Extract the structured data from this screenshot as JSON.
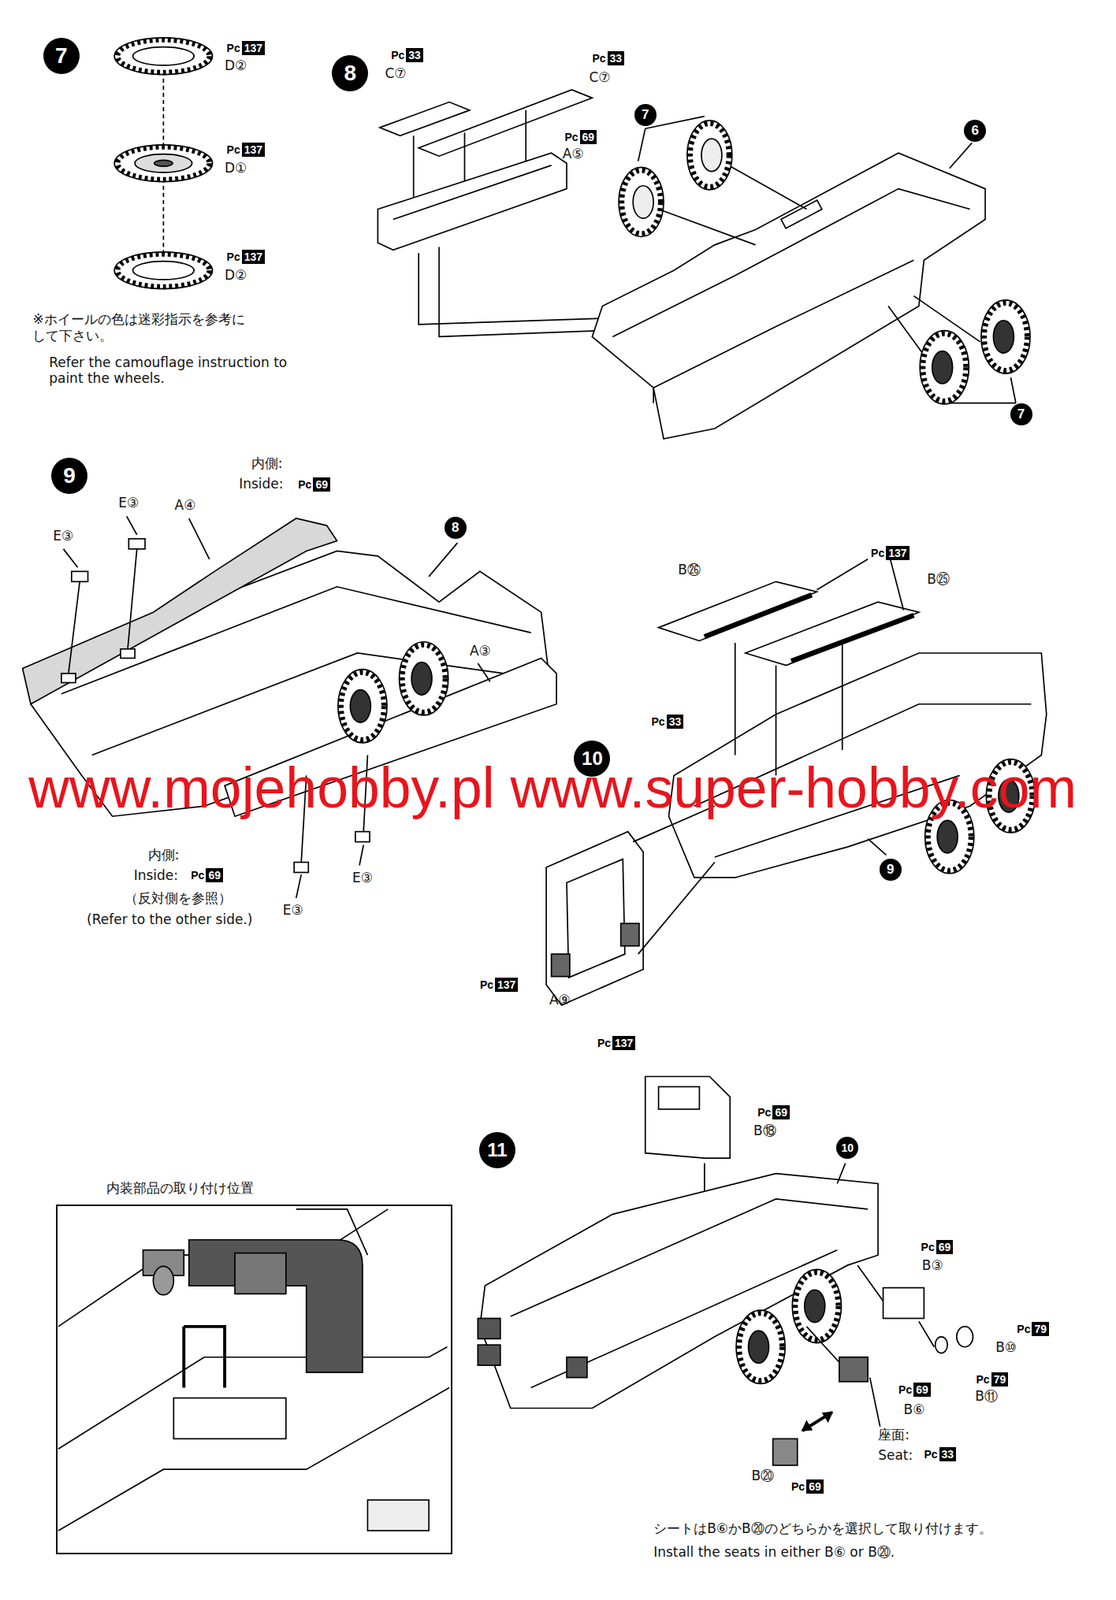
{
  "diagram": {
    "nodes": [
      {
        "text": [
          "7"
        ]
      },
      {
        "text": [
          "Pc",
          "137"
        ]
      },
      {
        "text": [
          "Pc",
          "137"
        ]
      },
      {
        "text": [
          "Pc",
          "137"
        ]
      },
      {
        "text": [
          "8"
        ]
      },
      {
        "text": [
          "Pc",
          "33"
        ]
      },
      {
        "text": [
          "Pc",
          "33"
        ]
      },
      {
        "text": [
          "Pc",
          "69"
        ]
      },
      {
        "text": [
          "7"
        ]
      },
      {
        "text": [
          "6"
        ]
      },
      {
        "text": [
          "7"
        ]
      },
      {
        "text": [
          "9"
        ]
      },
      {
        "text": [
          "Pc",
          "69"
        ]
      },
      {
        "text": [
          "8"
        ]
      },
      {
        "text": [
          "Pc",
          "137"
        ]
      },
      {
        "text": [
          "Pc",
          "33"
        ]
      },
      {
        "text": [
          "10"
        ]
      },
      {
        "text": [
          "Pc",
          "69"
        ]
      },
      {
        "text": [
          "9"
        ]
      },
      {
        "text": [
          "Pc",
          "137"
        ]
      },
      {
        "text": [
          "Pc",
          "137"
        ]
      },
      {
        "text": [
          "Pc",
          "69"
        ]
      },
      {
        "text": [
          "11"
        ]
      },
      {
        "text": [
          "10"
        ]
      },
      {
        "text": [
          "内装部品の取り付け位置"
        ]
      },
      {
        "text": [
          "Pc",
          "69"
        ]
      },
      {
        "text": [
          "Pc",
          "79"
        ]
      },
      {
        "text": [
          "Pc",
          "79"
        ]
      },
      {
        "text": [
          "Pc",
          "69"
        ]
      },
      {
        "text": [
          "Pc",
          "33"
        ]
      },
      {
        "text": [
          "Pc",
          "69"
        ]
      }
    ],
    "labels": [
      "D②",
      "D①",
      "D②",
      "※ホイールの色は迷彩指示を参考にして下さい。",
      "Refer the camouflage instruction to paint the wheels.",
      "C⑦",
      "C⑦",
      "A⑤",
      "内側:",
      "Inside:",
      "E③",
      "A④",
      "E③",
      "A③",
      "B㉖",
      "B㉕",
      "www.mojehobby.pl www.super-hobby.com",
      "内側:",
      "Inside:",
      "（反対側を参照）",
      "(Refer to the other side.)",
      "E③",
      "E③",
      "A⑨",
      "B⑱",
      "B③",
      "B⑩",
      "B⑪",
      "B⑥",
      "座面:",
      "Seat:",
      "B⑳",
      "シートはB⑥かB⑳のどちらかを選択して取り付けます。",
      "Install the seats in either B⑥ or B⑳."
    ]
  }
}
